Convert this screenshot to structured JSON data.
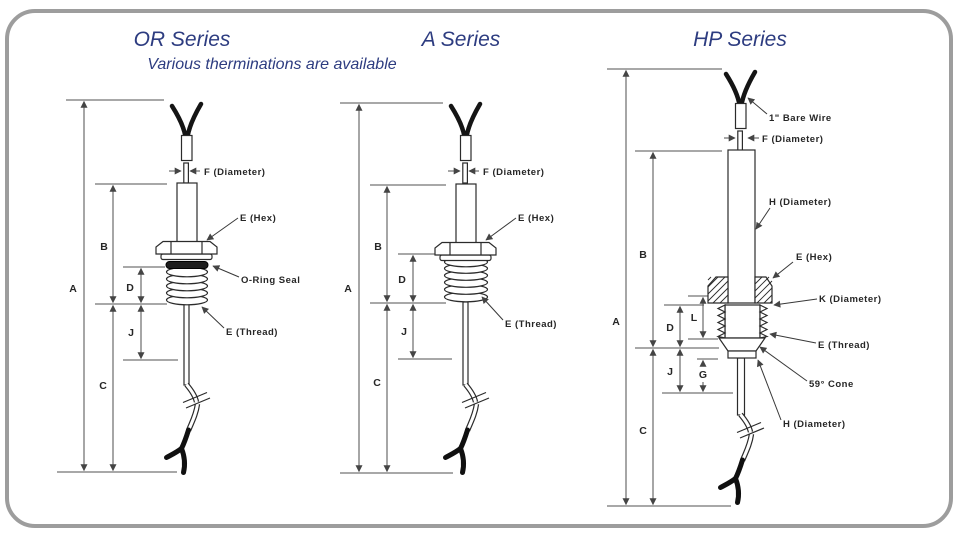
{
  "header": {
    "or_title": "OR Series",
    "a_title": "A Series",
    "hp_title": "HP Series",
    "subtitle": "Various therminations are available"
  },
  "or_series": {
    "dim_a": "A",
    "dim_b": "B",
    "dim_c": "C",
    "dim_d": "D",
    "dim_j": "J",
    "callout_f": "F (Diameter)",
    "callout_hex": "E (Hex)",
    "callout_oring": "O-Ring Seal",
    "callout_thread": "E (Thread)"
  },
  "a_series": {
    "dim_a": "A",
    "dim_b": "B",
    "dim_c": "C",
    "dim_d": "D",
    "dim_j": "J",
    "callout_f": "F (Diameter)",
    "callout_hex": "E (Hex)",
    "callout_thread": "E (Thread)"
  },
  "hp_series": {
    "dim_a": "A",
    "dim_b": "B",
    "dim_c": "C",
    "dim_d": "D",
    "dim_j": "J",
    "dim_l": "L",
    "dim_g": "G",
    "callout_bare_wire": "1\" Bare Wire",
    "callout_f": "F (Diameter)",
    "callout_h_upper": "H (Diameter)",
    "callout_hex": "E (Hex)",
    "callout_k": "K (Diameter)",
    "callout_thread": "E (Thread)",
    "callout_cone": "59° Cone",
    "callout_h_lower": "H (Diameter)"
  },
  "colors": {
    "title": "#2d3c80",
    "border": "#9d9d9d",
    "line": "#2b2b2b"
  }
}
